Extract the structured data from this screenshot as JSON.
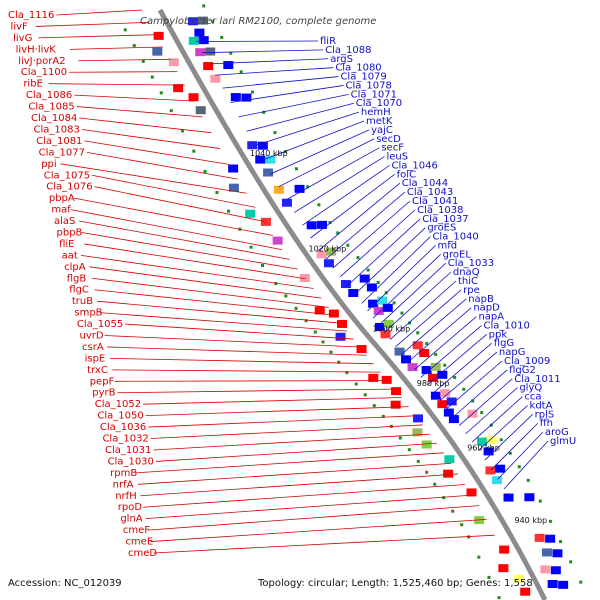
{
  "title": "Campylobacter lari RM2100, complete genome",
  "accession": "Accession: NC_012039",
  "summary": "Topology: circular; Length: 1,525,460 bp; Genes: 1,558",
  "colors": {
    "backbone": "#8c8c8c",
    "left_label": "#d40000",
    "right_label": "#1010c8",
    "reverse_feature": "#ff0000",
    "forward_feature": "#0000ff",
    "tick": "#1e8c1e"
  },
  "kbp_marks": [
    "1040 kbp",
    "1020 kbp",
    "1000 kbp",
    "980 kbp",
    "960 kbp",
    "940 kbp"
  ],
  "left_labels": [
    "Cla_1116",
    "livF",
    "livG",
    "livH·livK",
    "livJ·porA2",
    "Cla_1100",
    "ribE",
    "Cla_1086",
    "Cla_1085",
    "Cla_1084",
    "Cla_1083",
    "Cla_1081",
    "Cla_1077",
    "ppi",
    "Cla_1075",
    "Cla_1076",
    "pbpA",
    "maf",
    "alaS",
    "pbpB",
    "fliE",
    "aat",
    "clpA",
    "flgB",
    "flgC",
    "truB",
    "smpB",
    "Cla_1055",
    "uvrD",
    "csrA",
    "ispE",
    "trxC",
    "pepF",
    "pyrB",
    "Cla_1052",
    "Cla_1050",
    "Cla_1036",
    "Cla_1032",
    "Cla_1031",
    "Cla_1030",
    "rpmB",
    "nrfA",
    "nrfH",
    "rpoD",
    "glnA",
    "cmeF",
    "cmeE",
    "cmeD"
  ],
  "right_labels": [
    "fliR",
    "Cla_1088",
    "argS",
    "Cla_1080",
    "Cla_1079",
    "Cla_1078",
    "Cla_1071",
    "Cla_1070",
    "hemH",
    "metK",
    "yajC",
    "secD",
    "secF",
    "leuS",
    "Cla_1046",
    "folC",
    "Cla_1044",
    "Cla_1043",
    "Cla_1041",
    "Cla_1038",
    "Cla_1037",
    "groES",
    "Cla_1040",
    "mfd",
    "groEL",
    "Cla_1033",
    "dnaQ",
    "thiC",
    "rpe",
    "napB",
    "napD",
    "napA",
    "Cla_1010",
    "ppk",
    "flgG",
    "napG",
    "Cla_1009",
    "flgG2",
    "Cla_1011",
    "glyQ",
    "cca",
    "kdtA",
    "rplS",
    "ffh",
    "aroG",
    "glmU"
  ]
}
